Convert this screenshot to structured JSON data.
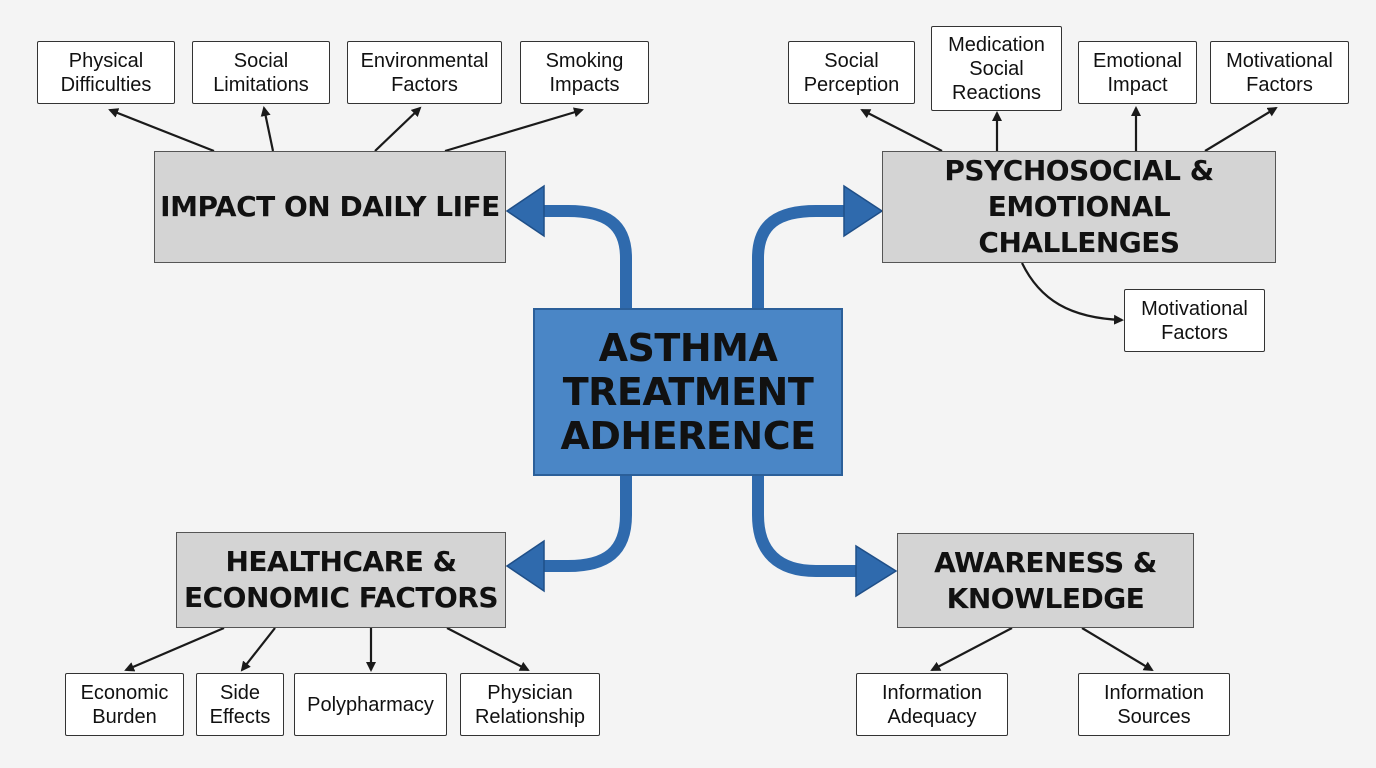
{
  "center": {
    "label": "ASTHMA\nTREATMENT\nADHERENCE"
  },
  "categories": {
    "daily_life": {
      "label": "IMPACT ON DAILY LIFE",
      "children": [
        "Physical\nDifficulties",
        "Social\nLimitations",
        "Environmental\nFactors",
        "Smoking\nImpacts"
      ]
    },
    "psychosocial": {
      "label": "PSYCHOSOCIAL &\nEMOTIONAL CHALLENGES",
      "children": [
        "Social\nPerception",
        "Medication\nSocial\nReactions",
        "Emotional\nImpact",
        "Motivational\nFactors",
        "Motivational\nFactors"
      ]
    },
    "healthcare": {
      "label": "HEALTHCARE &\nECONOMIC FACTORS",
      "children": [
        "Economic\nBurden",
        "Side\nEffects",
        "Polypharmacy",
        "Physician\nRelationship"
      ]
    },
    "awareness": {
      "label": "AWARENESS &\nKNOWLEDGE",
      "children": [
        "Information\nAdequacy",
        "Information\nSources"
      ]
    }
  },
  "colors": {
    "center_fill": "#4a86c6",
    "center_border": "#2b5f99",
    "category_fill": "#d4d4d4",
    "leaf_fill": "#ffffff",
    "blue_arrow": "#2f6aad",
    "black_arrow": "#1a1a1a"
  }
}
